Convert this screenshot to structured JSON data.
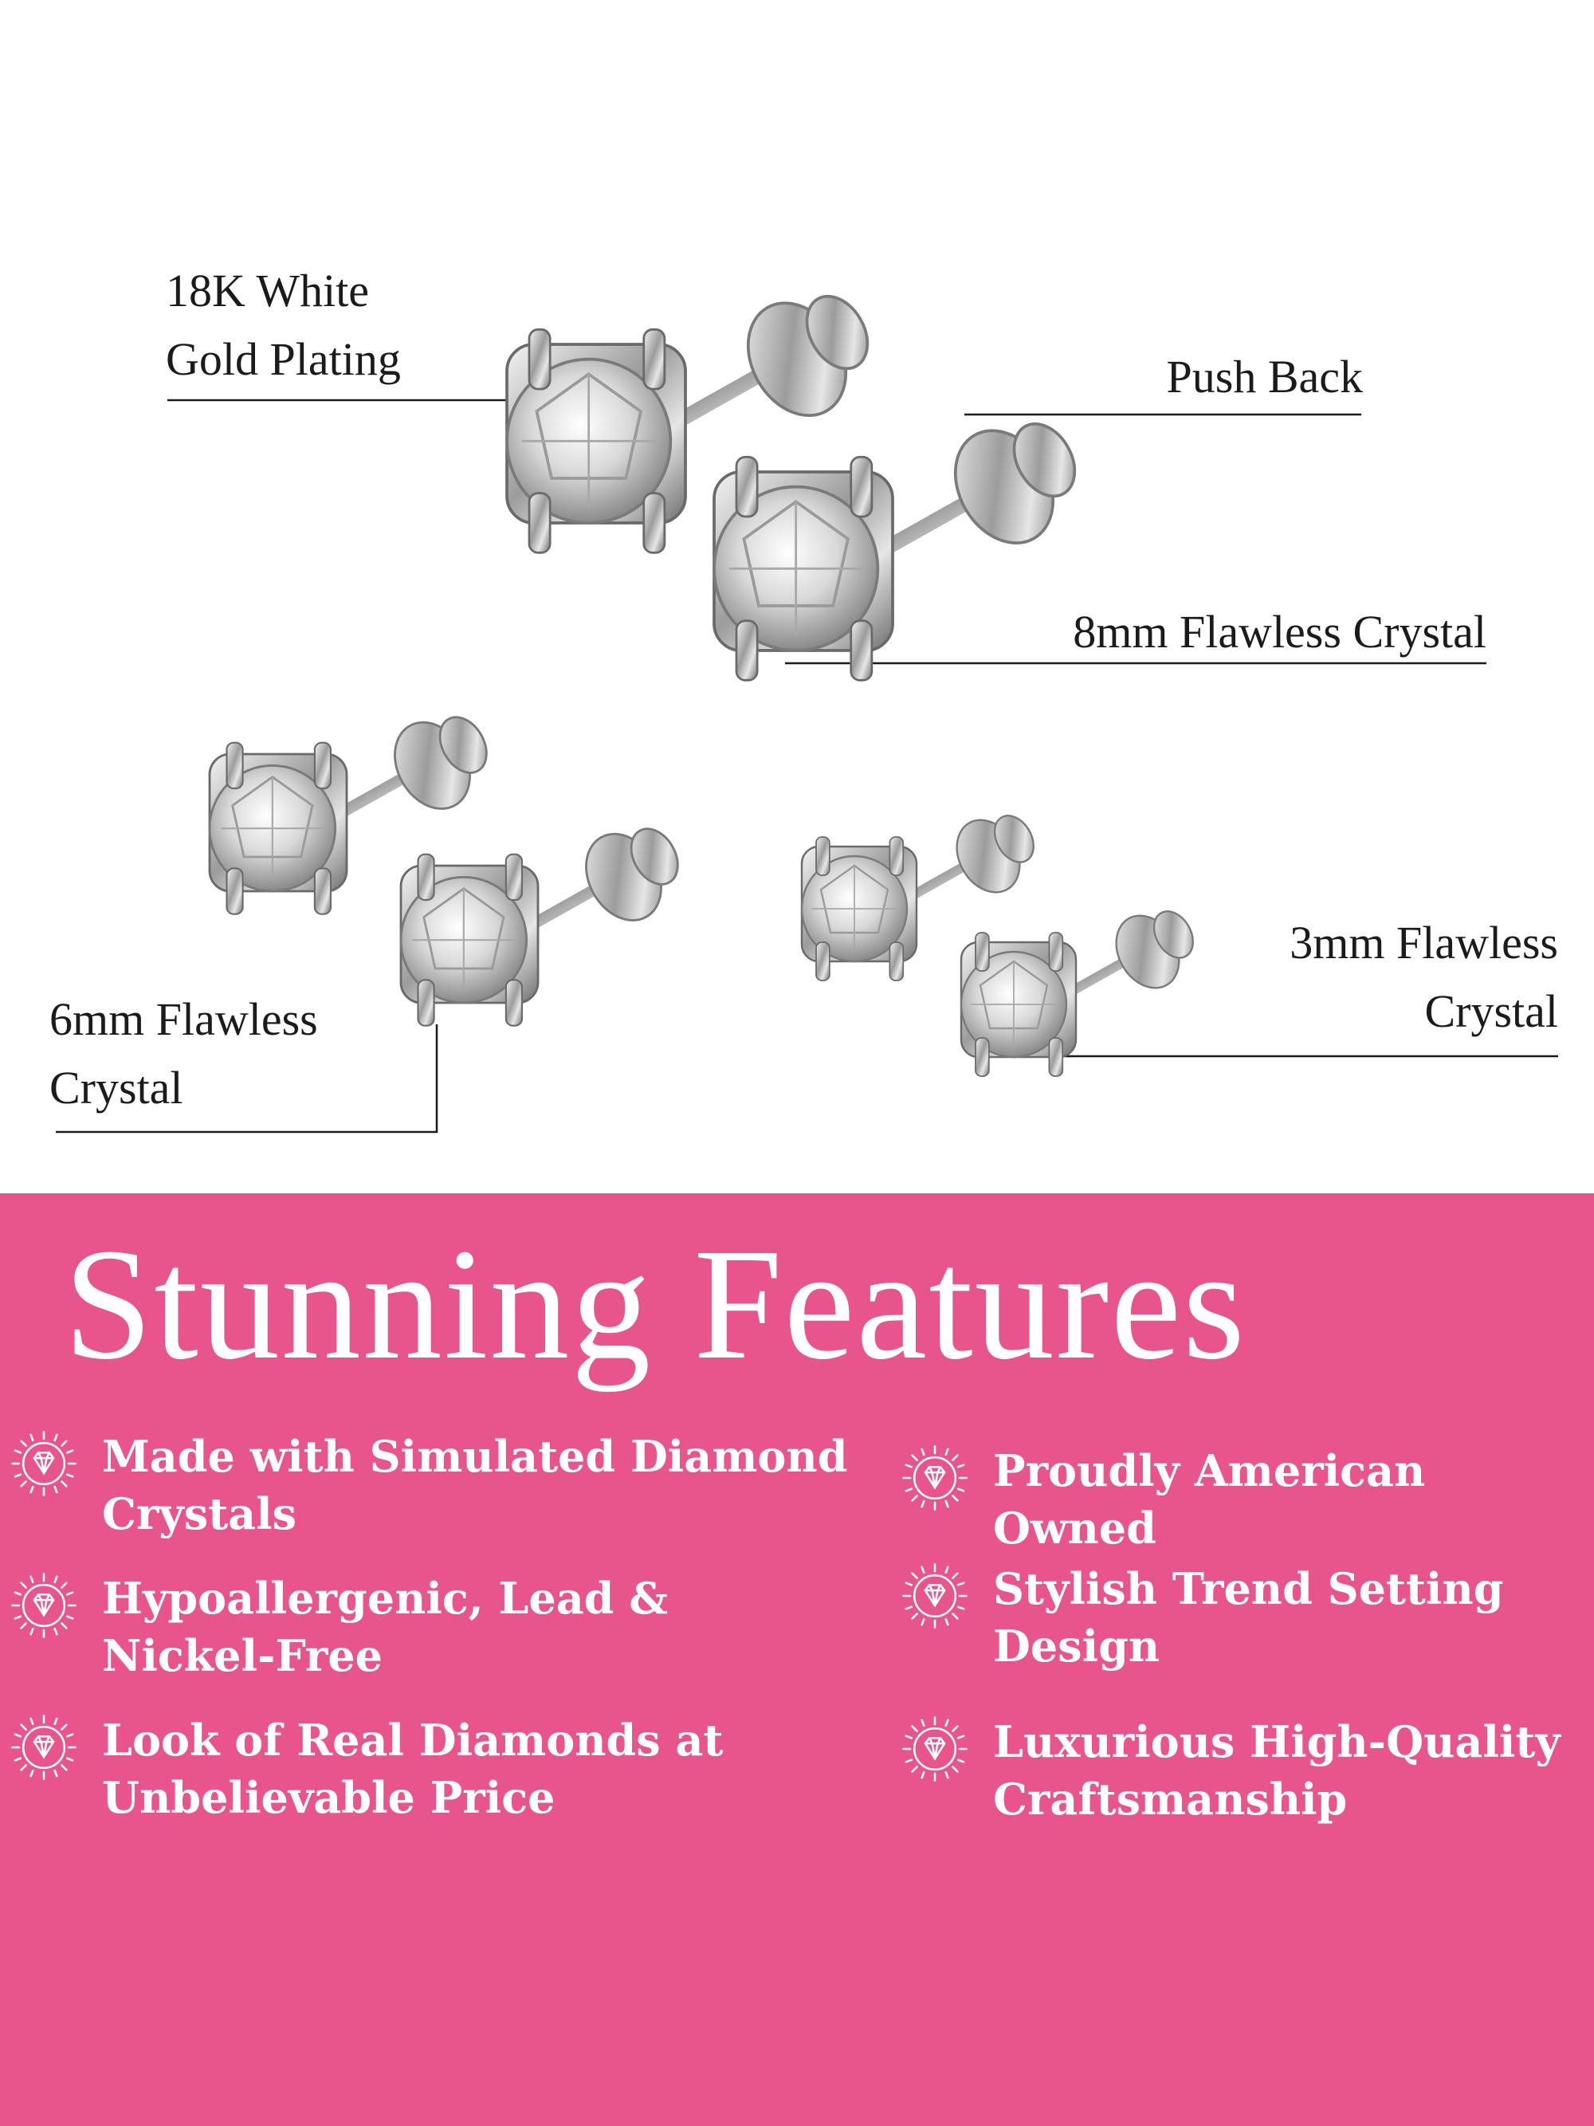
{
  "colors": {
    "background_top": "#ffffff",
    "background_bottom": "#e8558d",
    "text_dark": "#1b1b1b",
    "text_light": "#ffffff"
  },
  "callouts": {
    "plating": "18K White\nGold Plating",
    "push_back": "Push Back",
    "size_8mm": "8mm Flawless Crystal",
    "size_6mm": "6mm Flawless\nCrystal",
    "size_3mm": "3mm Flawless\nCrystal"
  },
  "headline": "Stunning Features",
  "features": {
    "left": [
      {
        "icon": "diamond-badge-icon",
        "text": "Made with Simulated Diamond\nCrystals"
      },
      {
        "icon": "diamond-badge-icon",
        "text": "Hypoallergenic, Lead &\nNickel-Free"
      },
      {
        "icon": "diamond-badge-icon",
        "text": "Look of Real Diamonds at\nUnbelievable Price"
      }
    ],
    "right": [
      {
        "icon": "diamond-badge-icon",
        "text": "Proudly American Owned"
      },
      {
        "icon": "diamond-badge-icon",
        "text": "Stylish Trend Setting\nDesign"
      },
      {
        "icon": "diamond-badge-icon",
        "text": "Luxurious High-Quality\nCraftsmanship"
      }
    ]
  }
}
